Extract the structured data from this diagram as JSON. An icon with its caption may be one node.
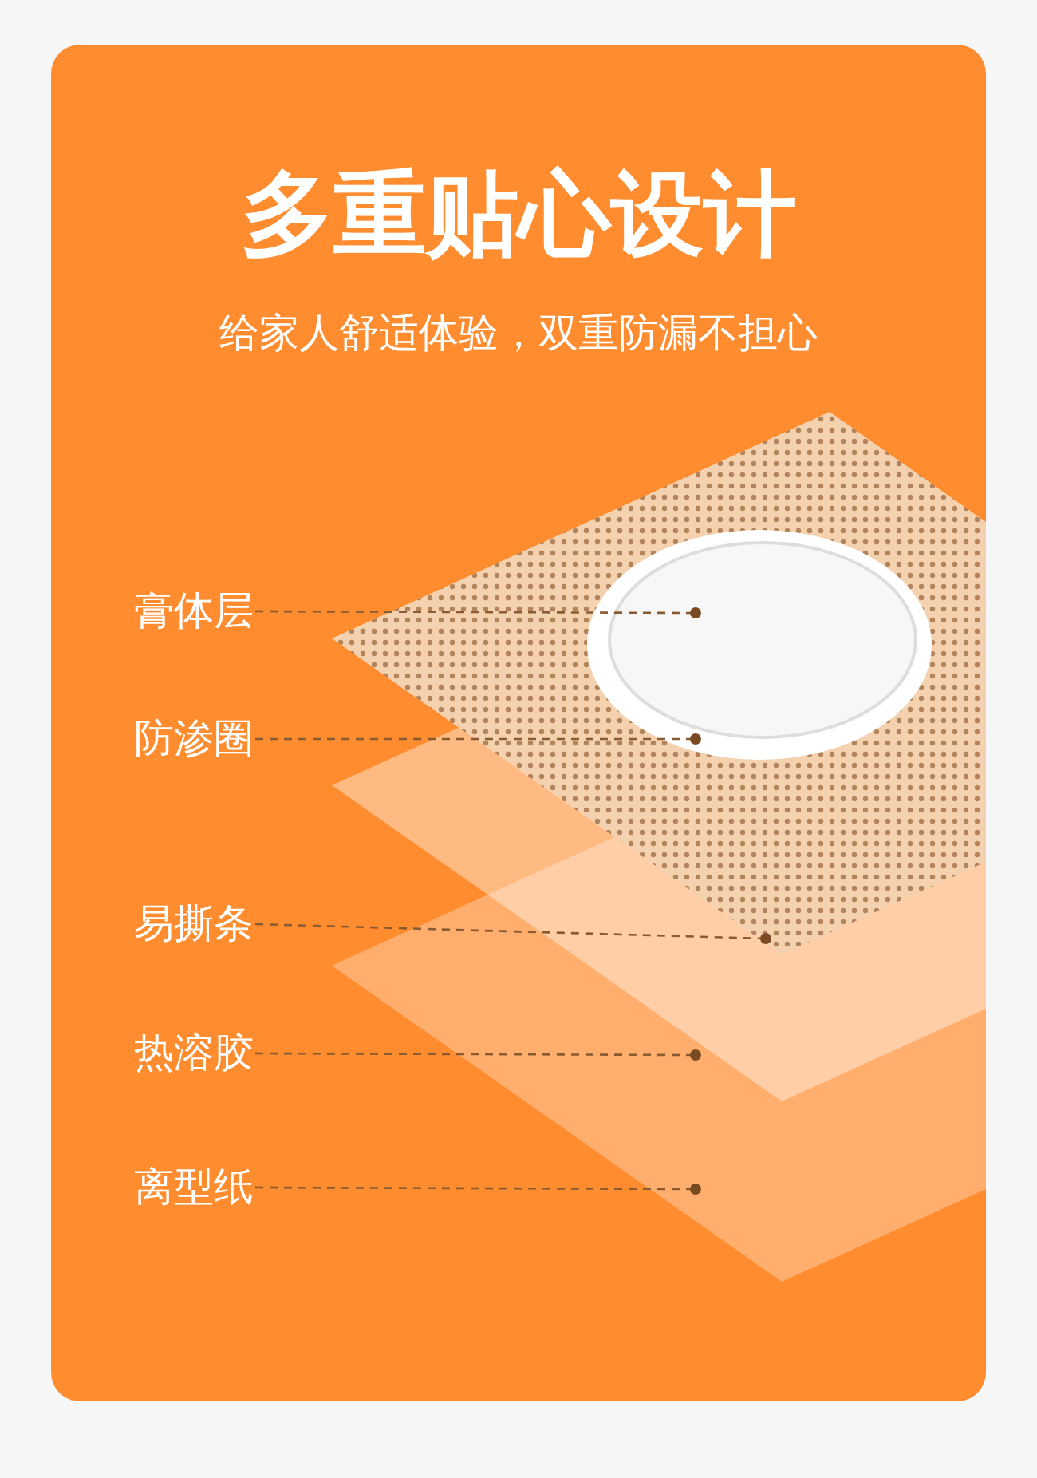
{
  "diagram": {
    "title": "多重贴心设计",
    "nodes": [
      {
        "text": [
          "膏体层"
        ]
      },
      {
        "text": [
          "防渗圈"
        ]
      },
      {
        "text": [
          "易撕条"
        ]
      },
      {
        "text": [
          "热溶胶"
        ]
      },
      {
        "text": [
          "离型纸"
        ]
      },
      {
        "text": [],
        "shape": "circle",
        "in": 6
      },
      {
        "text": [],
        "shape": "box"
      },
      {
        "text": [],
        "shape": "box"
      },
      {
        "text": [],
        "shape": "box"
      }
    ],
    "edges": [
      {
        "from": 0,
        "to": 5,
        "arrow": "other",
        "style": "dashed"
      },
      {
        "from": 1,
        "to": 5,
        "arrow": "other",
        "style": "dashed"
      },
      {
        "from": 2,
        "to": 6,
        "arrow": "other",
        "style": "dashed"
      },
      {
        "from": 3,
        "to": 7,
        "arrow": "other",
        "style": "dashed"
      },
      {
        "from": 4,
        "to": 8,
        "arrow": "other",
        "style": "dashed"
      }
    ],
    "labels": [
      "给家人舒适体验，双重防漏不担心"
    ]
  }
}
